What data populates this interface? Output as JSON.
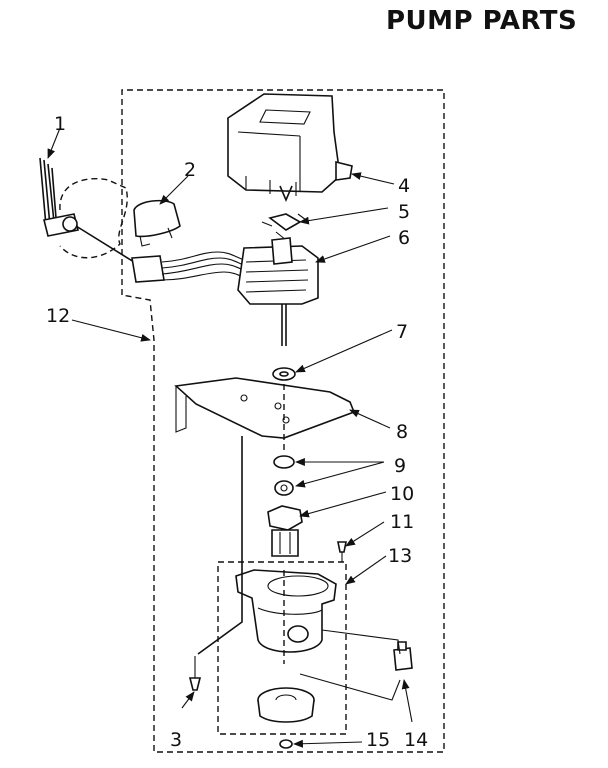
{
  "title": "PUMP PARTS",
  "callouts": [
    "1",
    "2",
    "3",
    "4",
    "5",
    "6",
    "7",
    "8",
    "9",
    "10",
    "11",
    "12",
    "13",
    "14",
    "15"
  ]
}
